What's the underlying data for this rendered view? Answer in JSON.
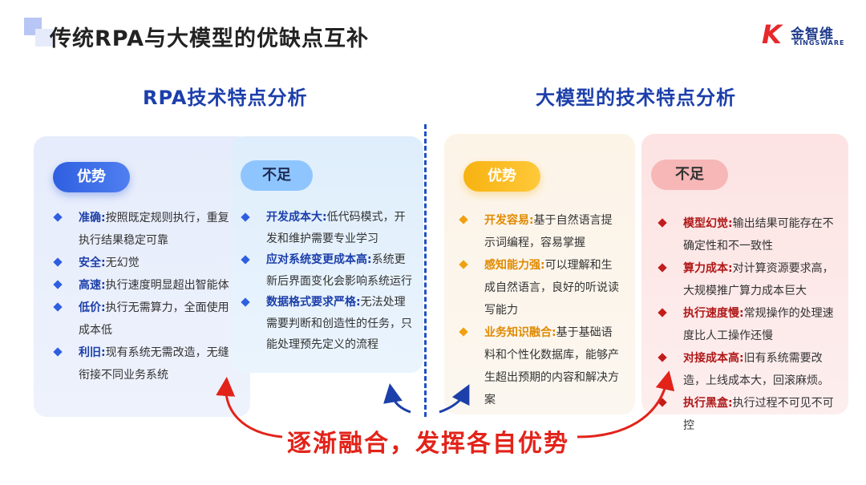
{
  "header": {
    "title": "传统RPA与大模型的优缺点互补",
    "logo_k": "K",
    "logo_cn": "金智维",
    "logo_en": "KINGSWARE"
  },
  "rpa": {
    "section_title": "RPA技术特点分析",
    "pros": {
      "label": "优势",
      "items": [
        {
          "key": "准确:",
          "text": "按照既定规则执行，重复执行结果稳定可靠"
        },
        {
          "key": "安全:",
          "text": "无幻觉"
        },
        {
          "key": "高速:",
          "text": "执行速度明显超出智能体"
        },
        {
          "key": "低价:",
          "text": "执行无需算力，全面使用成本低"
        },
        {
          "key": "利旧:",
          "text": "现有系统无需改造，无缝衔接不同业务系统"
        }
      ]
    },
    "cons": {
      "label": "不足",
      "items": [
        {
          "key": "开发成本大:",
          "text": "低代码模式，开发和维护需要专业学习"
        },
        {
          "key": "应对系统变更成本高:",
          "text": "系统更新后界面变化会影响系统运行"
        },
        {
          "key": "数据格式要求严格:",
          "text": "无法处理需要判断和创造性的任务，只能处理预先定义的流程"
        }
      ]
    }
  },
  "llm": {
    "section_title": "大模型的技术特点分析",
    "pros": {
      "label": "优势",
      "items": [
        {
          "key": "开发容易:",
          "text": "基于自然语言提示词编程，容易掌握"
        },
        {
          "key": "感知能力强:",
          "text": "可以理解和生成自然语言，良好的听说读写能力"
        },
        {
          "key": "业务知识融合:",
          "text": "基于基础语料和个性化数据库，能够产生超出预期的内容和解决方案"
        }
      ]
    },
    "cons": {
      "label": "不足",
      "items": [
        {
          "key": "模型幻觉:",
          "text": "输出结果可能存在不确定性和不一致性"
        },
        {
          "key": "算力成本:",
          "text": "对计算资源要求高，大规模推广算力成本巨大"
        },
        {
          "key": "执行速度慢:",
          "text": "常规操作的处理速度比人工操作还慢"
        },
        {
          "key": "对接成本高:",
          "text": "旧有系统需要改造，上线成本大，回滚麻烦。"
        },
        {
          "key": "执行黑盒:",
          "text": "执行过程不可见不可控"
        }
      ]
    }
  },
  "slogan": "逐渐融合，发挥各自优势",
  "colors": {
    "primary_blue": "#1c3faa",
    "accent_orange": "#f7b211",
    "accent_red": "#e2231a"
  }
}
